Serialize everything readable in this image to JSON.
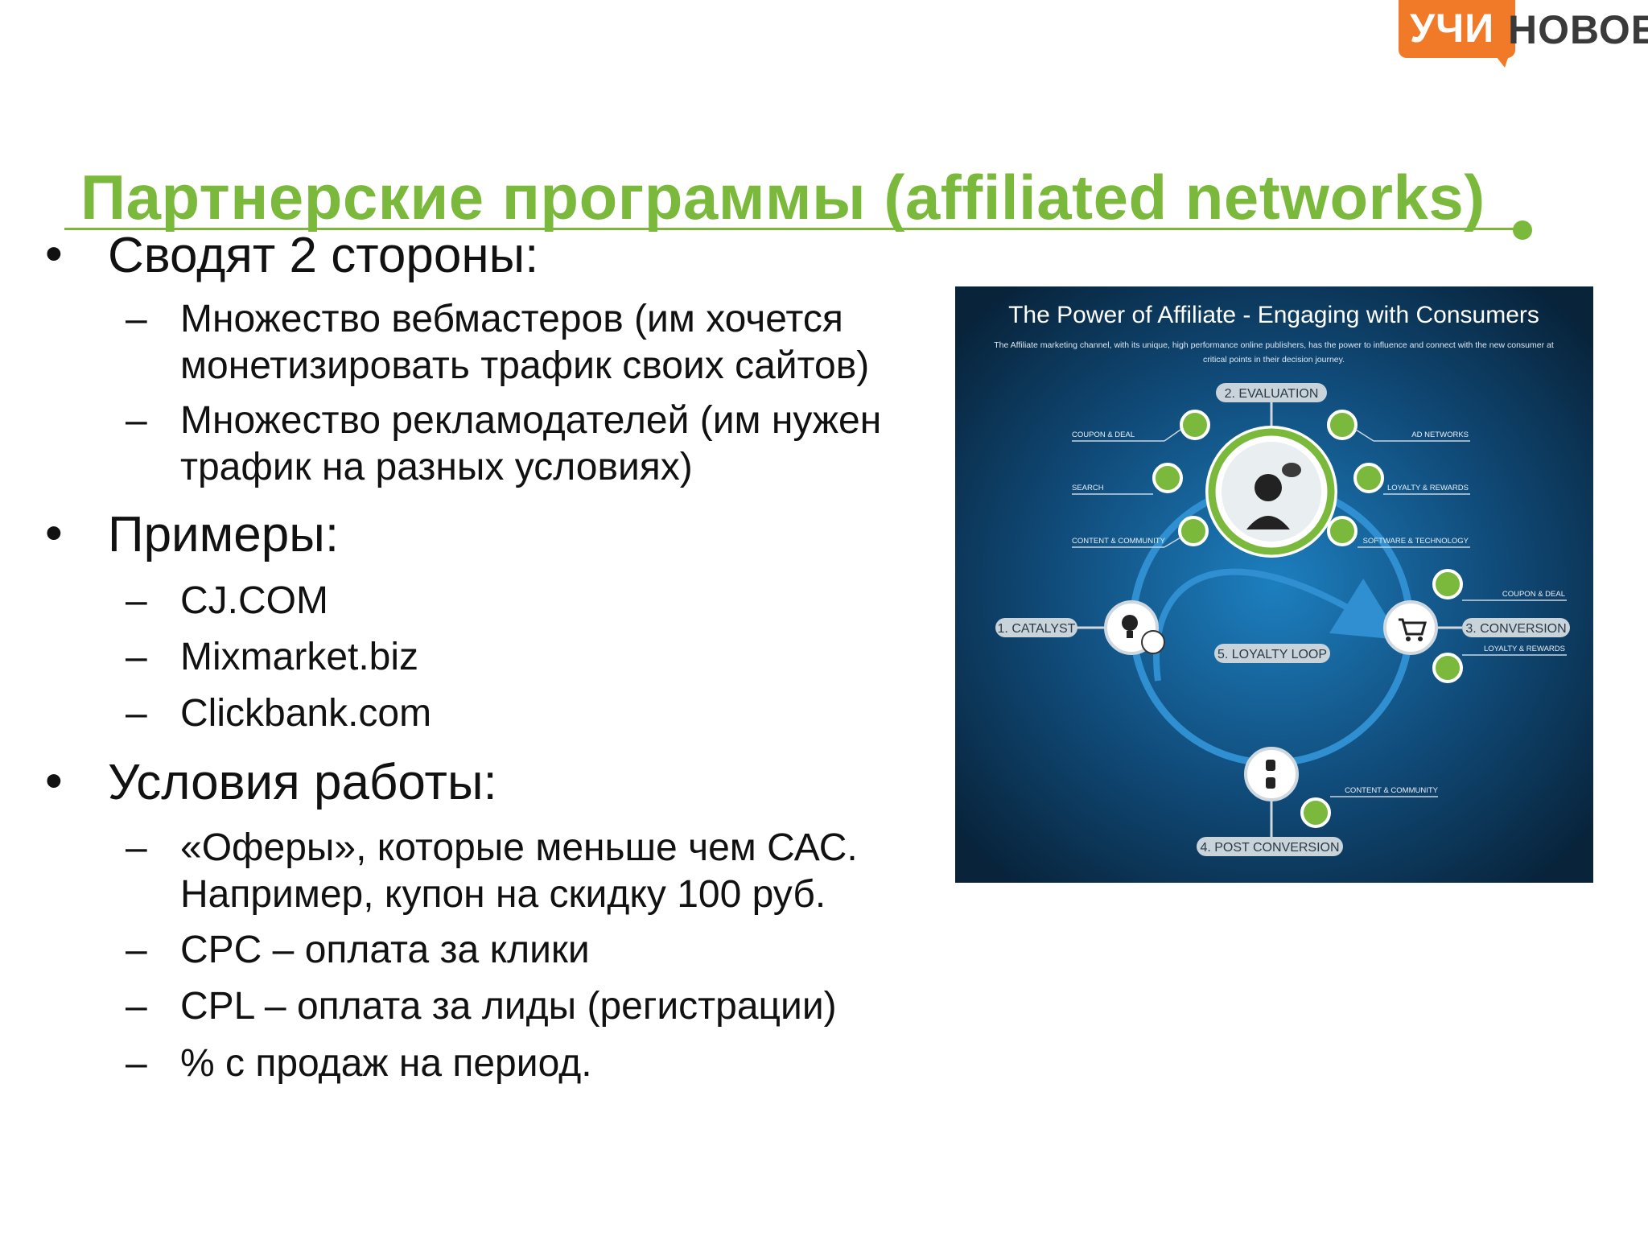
{
  "logo": {
    "badge": "УЧИ",
    "word": "НОВОЕ"
  },
  "title": "Партнерские программы (affiliated networks)",
  "bullets": [
    {
      "text": "Сводят 2 стороны:",
      "sub": [
        {
          "lines": [
            "Множество вебмастеров (им хочется",
            "монетизировать трафик своих сайтов)"
          ]
        },
        {
          "lines": [
            "Множество рекламодателей (им нужен",
            "трафик на разных условиях)"
          ]
        }
      ]
    },
    {
      "text": "Примеры:",
      "sub": [
        {
          "lines": [
            "CJ.COM"
          ]
        },
        {
          "lines": [
            "Mixmarket.biz"
          ]
        },
        {
          "lines": [
            "Clickbank.com"
          ]
        }
      ]
    },
    {
      "text": "Условия работы:",
      "sub": [
        {
          "lines": [
            "«Оферы», которые меньше чем САС.",
            "Например, купон на скидку 100 руб."
          ]
        },
        {
          "lines": [
            "CPC – оплата за клики"
          ]
        },
        {
          "lines": [
            "CPL – оплата за лиды (регистрации)"
          ]
        },
        {
          "lines": [
            "% с продаж на период."
          ]
        }
      ]
    }
  ],
  "bullet_mark": "•",
  "dash_mark": "–",
  "figure": {
    "title": "The Power of Affiliate - Engaging with Consumers",
    "subtitle_1": "The Affiliate marketing channel, with its unique, high performance online publishers, has the power to influence and connect with the new consumer at",
    "subtitle_2": "critical points in their decision journey.",
    "stages": {
      "evaluation": "2. EVALUATION",
      "catalyst": "1. CATALYST",
      "conversion": "3. CONVERSION",
      "loyalty_loop": "5. LOYALTY LOOP",
      "post_conversion": "4. POST CONVERSION"
    },
    "labels": {
      "coupon_deal": "COUPON & DEAL",
      "search": "SEARCH",
      "content_community": "CONTENT & COMMUNITY",
      "ad_networks": "AD NETWORKS",
      "loyalty_rewards": "LOYALTY & REWARDS",
      "software_technology": "SOFTWARE & TECHNOLOGY",
      "coupon_deal_2": "COUPON & DEAL",
      "loyalty_rewards_2": "LOYALTY & REWARDS",
      "content_community_2": "CONTENT & COMMUNITY"
    },
    "colors": {
      "green": "#7ab93b",
      "ring": "#2f8fd0",
      "bg": "#0b2a44"
    }
  }
}
